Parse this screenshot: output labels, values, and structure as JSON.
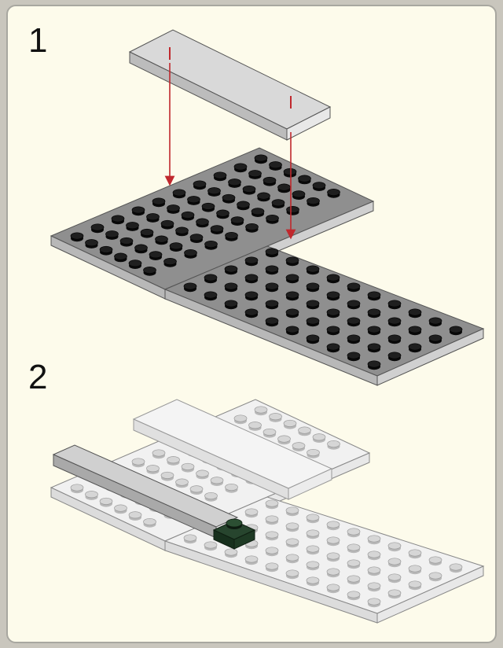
{
  "steps": [
    {
      "number": "1"
    },
    {
      "number": "2"
    }
  ],
  "colors": {
    "background": "#fdfbeb",
    "frame": "#a8a7a0",
    "dark_plate": "#8c8c8c",
    "dark_stud": "#1f1f1f",
    "light_plate": "#efefef",
    "light_stud": "#d6d6d6",
    "tile": "#d8d8d8",
    "arrow": "#c0282d",
    "green_plate": "#1f3d25"
  },
  "parts": {
    "step1": [
      "tile-2x8-gray",
      "plate-6x8-dark",
      "plate-6x10-dark"
    ],
    "step2": [
      "tile-2x8-white",
      "tile-1x8-gray",
      "plate-1x1-green",
      "plate-6x8-white",
      "plate-6x10-white"
    ]
  }
}
